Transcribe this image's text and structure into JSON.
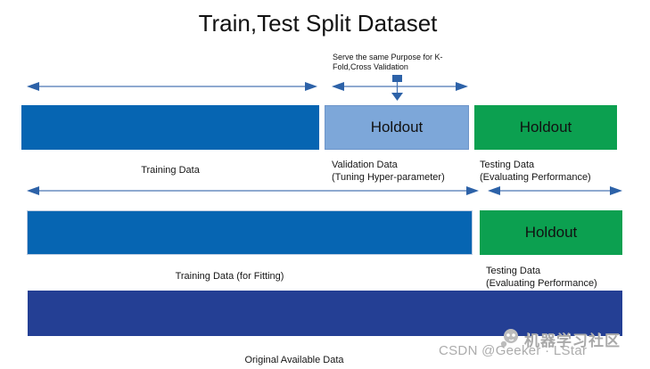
{
  "title": "Train,Test Split Dataset",
  "diagram": {
    "kfold_note": "Serve the same Purpose for K-Fold,Cross Validation",
    "row1": {
      "training_label": "Training Data",
      "validation_box_label": "Holdout",
      "validation_caption_line1": "Validation Data",
      "validation_caption_line2": "(Tuning Hyper-parameter)",
      "testing_box_label": "Holdout",
      "testing_caption_line1": "Testing Data",
      "testing_caption_line2": "(Evaluating Performance)"
    },
    "row2": {
      "training_label": "Training Data (for Fitting)",
      "testing_box_label": "Holdout",
      "testing_caption_line1": "Testing Data",
      "testing_caption_line2": "(Evaluating Performance)"
    },
    "row3": {
      "label": "Original  Available Data"
    }
  },
  "watermark": {
    "community_name": "机器学习社区",
    "credit": "CSDN @Geeker · LStar"
  },
  "colors": {
    "training_blue": "#0665B2",
    "validation_light_blue": "#7DA7D9",
    "holdout_green": "#0CA050",
    "original_navy": "#243F94",
    "arrow_blue": "#2D62A8",
    "watermark_gray": "#ACACAC"
  }
}
